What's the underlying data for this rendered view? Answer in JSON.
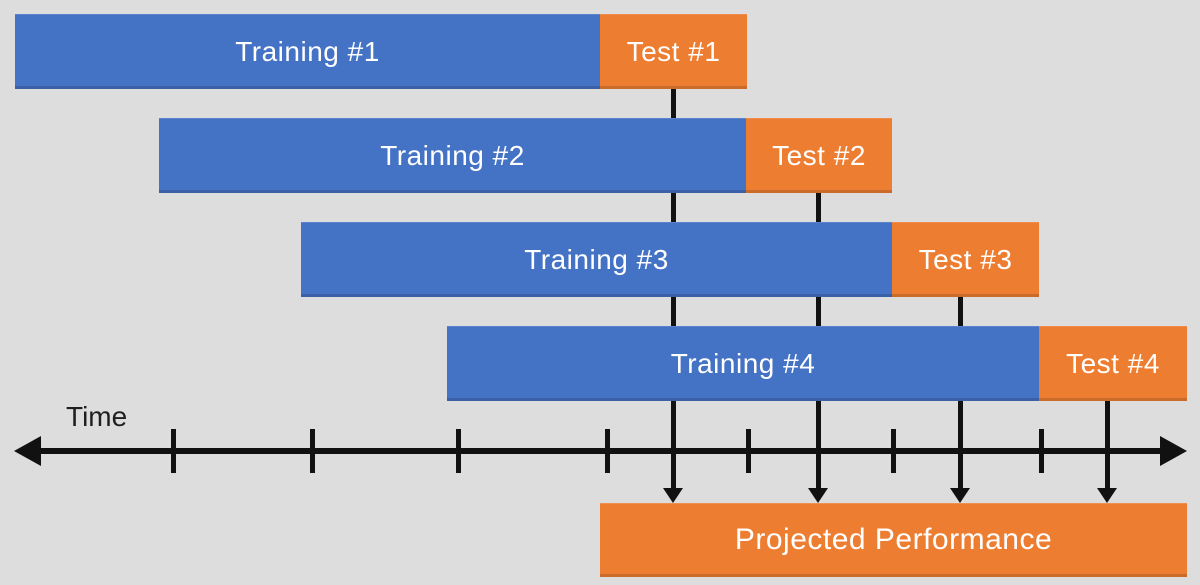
{
  "rows": [
    {
      "training_label": "Training #1",
      "test_label": "Test #1"
    },
    {
      "training_label": "Training #2",
      "test_label": "Test #2"
    },
    {
      "training_label": "Training #3",
      "test_label": "Test #3"
    },
    {
      "training_label": "Training #4",
      "test_label": "Test #4"
    }
  ],
  "axis": {
    "label": "Time"
  },
  "projected": {
    "label": "Projected Performance"
  },
  "colors": {
    "training_fill": "#4472C4",
    "test_fill": "#ED7D31",
    "projected_fill": "#ED7D31",
    "bar_text": "#FFFFFF",
    "axis": "#111111",
    "axis_label_text": "#1F1F1F",
    "background": "#DDDDDD"
  }
}
